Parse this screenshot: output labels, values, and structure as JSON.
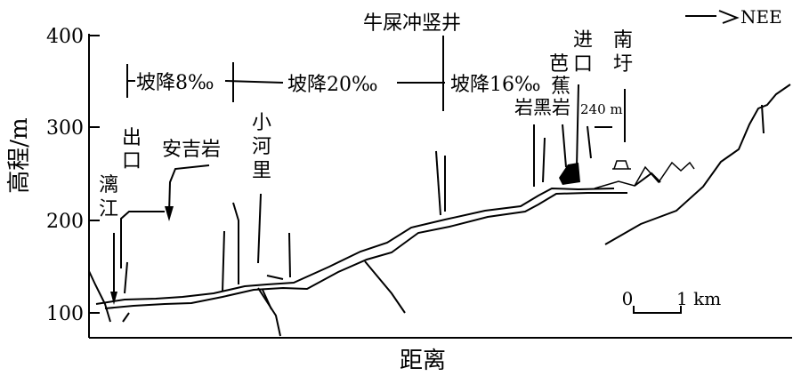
{
  "y_axis": {
    "label": "高程/m",
    "ticks": [
      "400",
      "300",
      "200",
      "100"
    ]
  },
  "x_axis": {
    "label": "距离"
  },
  "direction": {
    "label": "NEE"
  },
  "gradients": [
    "坡降8‰",
    "坡降20‰",
    "坡降16‰"
  ],
  "features": {
    "outlet_char1": "出",
    "outlet_char2": "口",
    "li_river_char1": "漓",
    "li_river_char2": "江",
    "anji_rock": "安吉岩",
    "xiaoheli_char1": "小",
    "xiaoheli_char2": "河",
    "xiaoheli_char3": "里",
    "niuniao_shaft": "牛屎冲竖井",
    "entrance_char1": "进",
    "entrance_char2": "口",
    "bajiao_char1": "芭",
    "bajiao_char2": "蕉",
    "heiyan": "岩黑岩",
    "nanxu_char1": "南",
    "nanxu_char2": "圩",
    "distance_240": "240 m"
  },
  "scale_bar": {
    "zero": "0",
    "one": "1 km"
  }
}
